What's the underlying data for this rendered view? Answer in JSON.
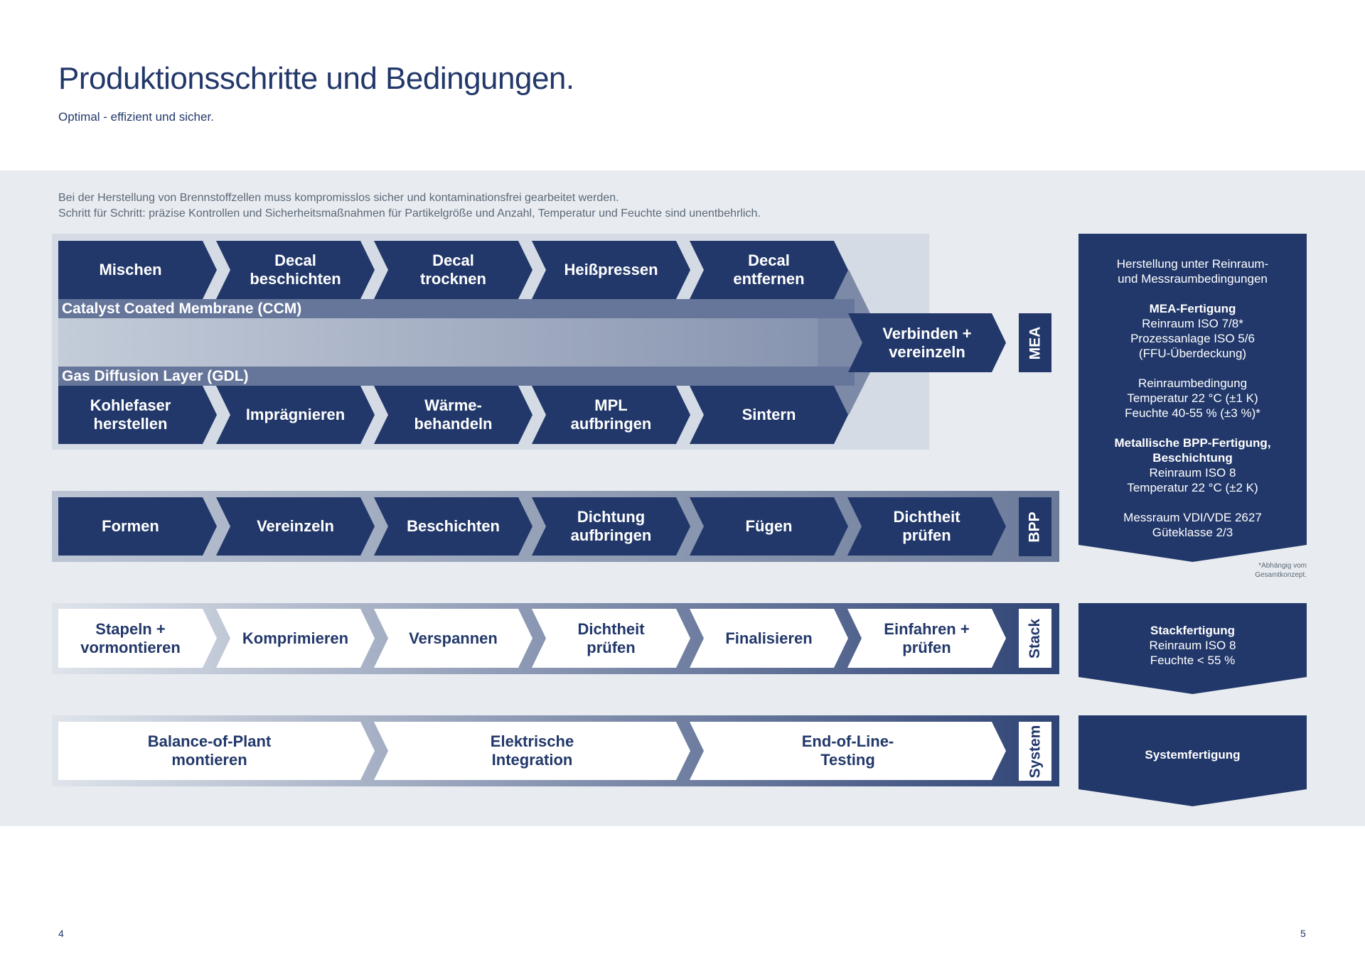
{
  "header": {
    "title": "Produktionsschritte und Bedingungen.",
    "subtitle": "Optimal - effizient und sicher."
  },
  "intro": {
    "line1": "Bei der Herstellung von Brennstoffzellen muss kompromisslos sicher und kontaminationsfrei gearbeitet werden.",
    "line2": "Schritt für Schritt: präzise Kontrollen und Sicherheitsmaßnahmen für Partikelgröße und Anzahl, Temperatur und Feuchte  sind unentbehrlich."
  },
  "mea": {
    "ccm_label": "Catalyst Coated Membrane (CCM)",
    "gdl_label": "Gas Diffusion Layer (GDL)",
    "ccm_steps": [
      "Mischen",
      "Decal\nbeschichten",
      "Decal\ntrocknen",
      "Heißpressen",
      "Decal\nentfernen"
    ],
    "gdl_steps": [
      "Kohlefaser\nherstellen",
      "Imprägnieren",
      "Wärme-\nbehandeln",
      "MPL\naufbringen",
      "Sintern"
    ],
    "join_step": "Verbinden +\nvereinzeln",
    "label": "MEA"
  },
  "bpp": {
    "steps": [
      "Formen",
      "Vereinzeln",
      "Beschichten",
      "Dichtung\naufbringen",
      "Fügen",
      "Dichtheit\nprüfen"
    ],
    "label": "BPP"
  },
  "stack": {
    "steps": [
      "Stapeln +\nvormontieren",
      "Komprimieren",
      "Verspannen",
      "Dichtheit\nprüfen",
      "Finalisieren",
      "Einfahren +\nprüfen"
    ],
    "label": "Stack"
  },
  "system": {
    "steps": [
      "Balance-of-Plant\nmontieren",
      "Elektrische\nIntegration",
      "End-of-Line-\nTesting"
    ],
    "label": "System"
  },
  "conditions": {
    "intro": "Herstellung unter Reinraum-\nund Messraumbedingungen",
    "mea_title": "MEA-Fertigung",
    "mea_text": "Reinraum ISO 7/8*\nProzessanlage ISO 5/6\n(FFU-Überdeckung)",
    "clean_text": "Reinraumbedingung\nTemperatur 22 °C (±1 K)\nFeuchte 40-55 % (±3 %)*",
    "bpp_title": "Metallische BPP-Fertigung,\nBeschichtung",
    "bpp_text": "Reinraum ISO 8\nTemperatur 22 °C (±2 K)",
    "measure_text": "Messraum VDI/VDE 2627\nGüteklasse 2/3",
    "footnote": "*Abhängig vom\nGesamtkonzept.",
    "stack_title": "Stackfertigung",
    "stack_text": "Reinraum ISO 8\nFeuchte < 55 %",
    "system_title": "Systemfertigung"
  },
  "colors": {
    "navy": "#22386a",
    "band": "#e8ecf0",
    "light_box": "#d4dbe5"
  },
  "page_numbers": {
    "left": "4",
    "right": "5"
  }
}
